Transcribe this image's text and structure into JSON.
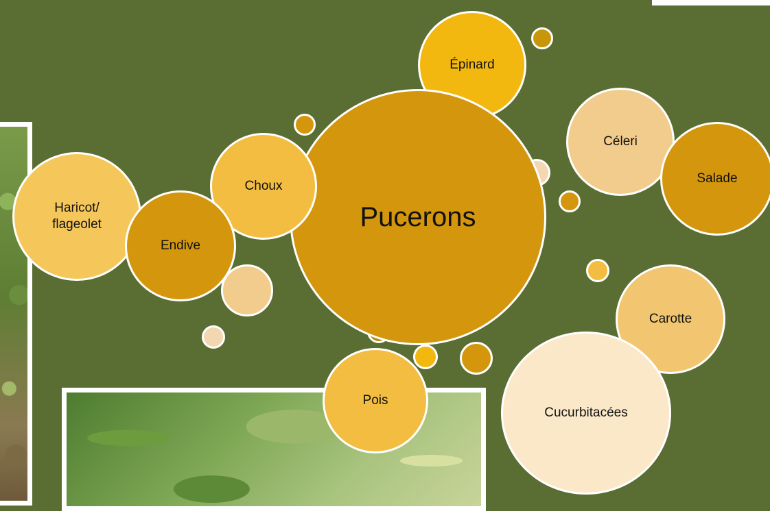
{
  "diagram": {
    "center": {
      "label": "Pucerons",
      "color": "#d4960d"
    },
    "crops": [
      {
        "key": "epinard",
        "label": "Épinard",
        "color": "#f2b80f"
      },
      {
        "key": "celeri",
        "label": "Céleri",
        "color": "#f2cc8c"
      },
      {
        "key": "salade",
        "label": "Salade",
        "color": "#d4960d"
      },
      {
        "key": "choux",
        "label": "Choux",
        "color": "#f2bd40"
      },
      {
        "key": "haricot",
        "label": "Haricot/\nflageolet",
        "color": "#f5c75a"
      },
      {
        "key": "endive",
        "label": "Endive",
        "color": "#d4960d"
      },
      {
        "key": "carotte",
        "label": "Carotte",
        "color": "#f2c670"
      },
      {
        "key": "pois",
        "label": "Pois",
        "color": "#f2bd40"
      },
      {
        "key": "cucurbitacees",
        "label": "Cucurbitacées",
        "color": "#fbe8c8"
      }
    ],
    "palette": {
      "background": "#5a6e34",
      "gold": "#d4960d",
      "yellow": "#f2b80f",
      "light": "#f2cc8c",
      "olive": "#b58a0a"
    }
  }
}
